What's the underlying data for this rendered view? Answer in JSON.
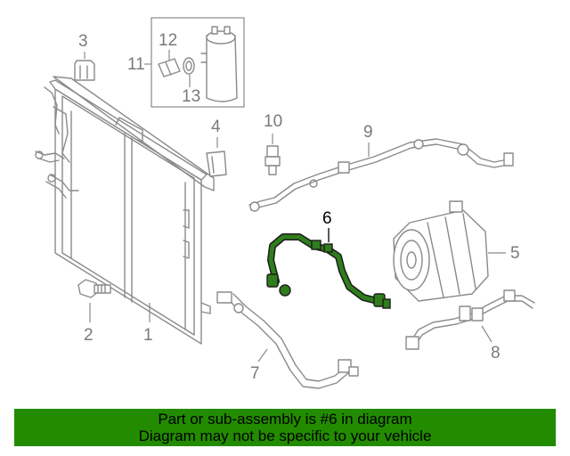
{
  "callouts": {
    "c1": "1",
    "c2": "2",
    "c3": "3",
    "c4": "4",
    "c5": "5",
    "c6": "6",
    "c7": "7",
    "c8": "8",
    "c9": "9",
    "c10": "10",
    "c11": "11",
    "c12": "12",
    "c13": "13"
  },
  "highlight_color": "#2f7d1b",
  "banner": {
    "color": "#228b00",
    "line1": "Part or sub-assembly is #6 in diagram",
    "line2": "Diagram may not be specific to your vehicle"
  }
}
